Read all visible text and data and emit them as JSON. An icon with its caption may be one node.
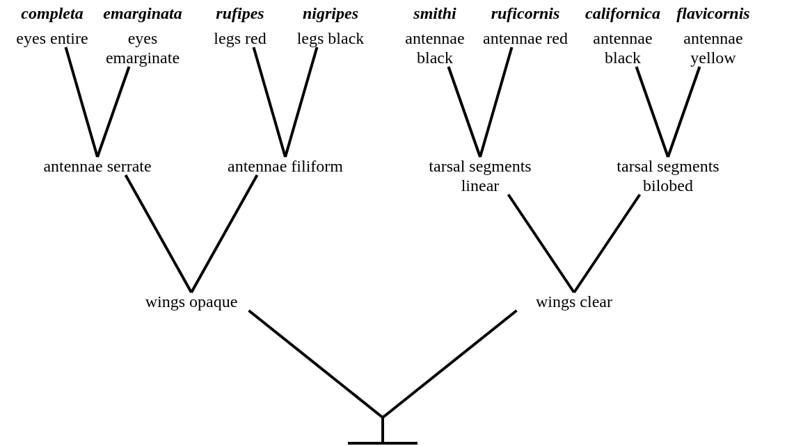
{
  "diagram": {
    "nodes": [
      {
        "text": [
          "completa",
          "eyes entire"
        ]
      },
      {
        "text": [
          "emarginata",
          "eyes emarginate"
        ]
      },
      {
        "text": [
          "rufipes",
          "legs red"
        ]
      },
      {
        "text": [
          "nigripes",
          "legs black"
        ]
      },
      {
        "text": [
          "smithi",
          "antennae black"
        ]
      },
      {
        "text": [
          "ruficornis",
          "antennae red"
        ]
      },
      {
        "text": [
          "californica",
          "antennae black"
        ]
      },
      {
        "text": [
          "flavicornis",
          "antennae yellow"
        ]
      },
      {
        "text": [
          "antennae serrate"
        ]
      },
      {
        "text": [
          "antennae filiform"
        ]
      },
      {
        "text": [
          "tarsal segments linear"
        ]
      },
      {
        "text": [
          "tarsal segments bilobed"
        ]
      },
      {
        "text": [
          "wings opaque"
        ]
      },
      {
        "text": [
          "wings clear"
        ]
      },
      {
        "text": [],
        "shape": "bar"
      }
    ],
    "edges": [
      {
        "from": 8,
        "to": 0,
        "arrow": "none"
      },
      {
        "from": 8,
        "to": 1,
        "arrow": "none"
      },
      {
        "from": 9,
        "to": 2,
        "arrow": "none"
      },
      {
        "from": 9,
        "to": 3,
        "arrow": "none"
      },
      {
        "from": 10,
        "to": 4,
        "arrow": "none"
      },
      {
        "from": 10,
        "to": 5,
        "arrow": "none"
      },
      {
        "from": 11,
        "to": 6,
        "arrow": "none"
      },
      {
        "from": 11,
        "to": 7,
        "arrow": "none"
      },
      {
        "from": 12,
        "to": 8,
        "arrow": "none"
      },
      {
        "from": 12,
        "to": 9,
        "arrow": "none"
      },
      {
        "from": 13,
        "to": 10,
        "arrow": "none"
      },
      {
        "from": 13,
        "to": 11,
        "arrow": "none"
      },
      {
        "from": 14,
        "to": 12,
        "arrow": "none"
      },
      {
        "from": 14,
        "to": 13,
        "arrow": "none"
      }
    ]
  }
}
